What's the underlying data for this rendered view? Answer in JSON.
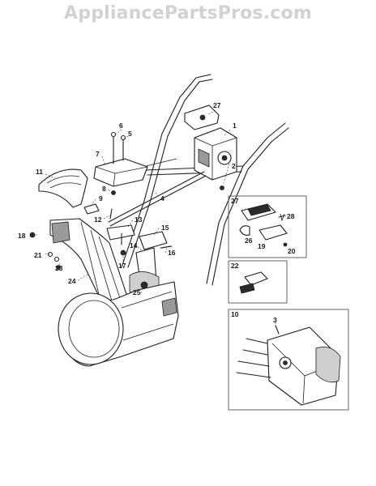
{
  "watermark": "AppliancePartsPros.com",
  "callouts": [
    "1",
    "2",
    "3",
    "4",
    "5",
    "6",
    "7",
    "8",
    "9",
    "10",
    "11",
    "12",
    "13",
    "14",
    "15",
    "16",
    "17",
    "18",
    "19",
    "20",
    "21",
    "22",
    "23",
    "24",
    "25",
    "26",
    "27",
    "27",
    "28"
  ],
  "inset_labels": {
    "box_a": "27",
    "box_b": "22",
    "box_c": "10"
  },
  "colors": {
    "ink": "#1e1e1e",
    "watermark": "#d2d2d2"
  }
}
